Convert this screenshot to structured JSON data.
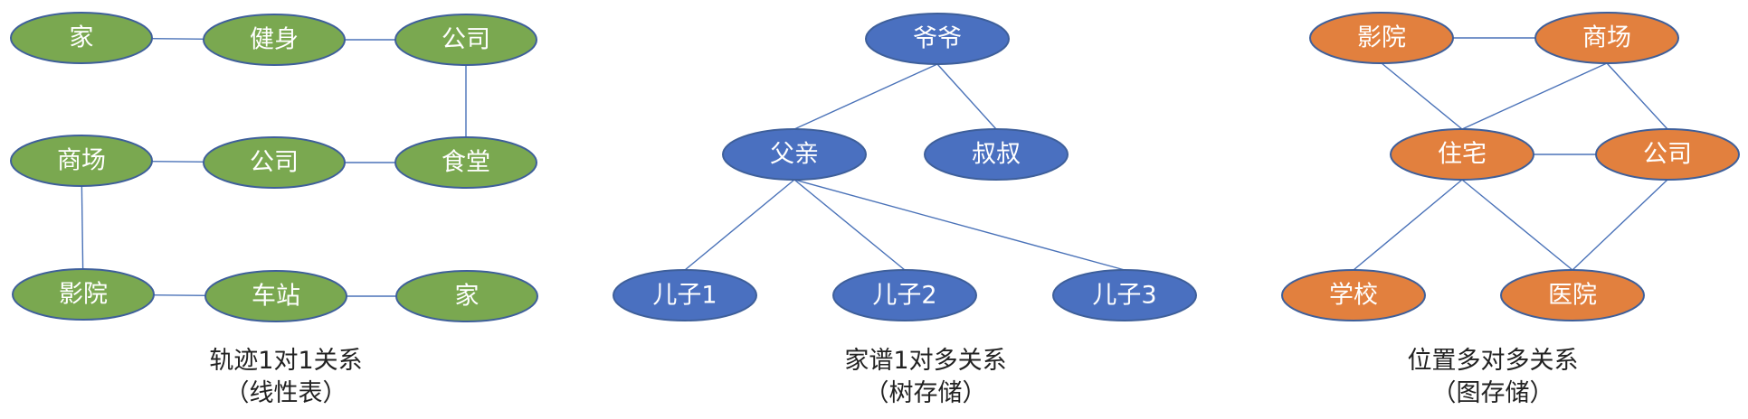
{
  "colors": {
    "green": "#7aa850",
    "blue": "#4a70c0",
    "orange": "#e2803e",
    "outline": "#3e5f9a",
    "edge": "#4a72b8"
  },
  "diagrams": [
    {
      "id": "trajectory",
      "caption_line1": "轨迹1对1关系",
      "caption_line2": "（线性表）",
      "color": "green",
      "nodes": [
        {
          "id": "t1",
          "label": "家"
        },
        {
          "id": "t2",
          "label": "健身"
        },
        {
          "id": "t3",
          "label": "公司"
        },
        {
          "id": "t4",
          "label": "商场"
        },
        {
          "id": "t5",
          "label": "公司"
        },
        {
          "id": "t6",
          "label": "食堂"
        },
        {
          "id": "t7",
          "label": "影院"
        },
        {
          "id": "t8",
          "label": "车站"
        },
        {
          "id": "t9",
          "label": "家"
        }
      ],
      "edges": [
        [
          "t1",
          "t2"
        ],
        [
          "t2",
          "t3"
        ],
        [
          "t3",
          "t6"
        ],
        [
          "t6",
          "t5"
        ],
        [
          "t5",
          "t4"
        ],
        [
          "t4",
          "t7"
        ],
        [
          "t7",
          "t8"
        ],
        [
          "t8",
          "t9"
        ]
      ]
    },
    {
      "id": "family",
      "caption_line1": "家谱1对多关系",
      "caption_line2": "（树存储）",
      "color": "blue",
      "nodes": [
        {
          "id": "f1",
          "label": "爷爷"
        },
        {
          "id": "f2",
          "label": "父亲"
        },
        {
          "id": "f3",
          "label": "叔叔"
        },
        {
          "id": "f4",
          "label": "儿子1"
        },
        {
          "id": "f5",
          "label": "儿子2"
        },
        {
          "id": "f6",
          "label": "儿子3"
        }
      ],
      "edges": [
        [
          "f1",
          "f2"
        ],
        [
          "f1",
          "f3"
        ],
        [
          "f2",
          "f4"
        ],
        [
          "f2",
          "f5"
        ],
        [
          "f2",
          "f6"
        ]
      ]
    },
    {
      "id": "location",
      "caption_line1": "位置多对多关系",
      "caption_line2": "（图存储）",
      "color": "orange",
      "nodes": [
        {
          "id": "l1",
          "label": "影院"
        },
        {
          "id": "l2",
          "label": "商场"
        },
        {
          "id": "l3",
          "label": "住宅"
        },
        {
          "id": "l4",
          "label": "公司"
        },
        {
          "id": "l5",
          "label": "学校"
        },
        {
          "id": "l6",
          "label": "医院"
        }
      ],
      "edges": [
        [
          "l1",
          "l2"
        ],
        [
          "l1",
          "l3"
        ],
        [
          "l2",
          "l3"
        ],
        [
          "l2",
          "l4"
        ],
        [
          "l3",
          "l4"
        ],
        [
          "l3",
          "l5"
        ],
        [
          "l3",
          "l6"
        ],
        [
          "l4",
          "l6"
        ]
      ]
    }
  ]
}
